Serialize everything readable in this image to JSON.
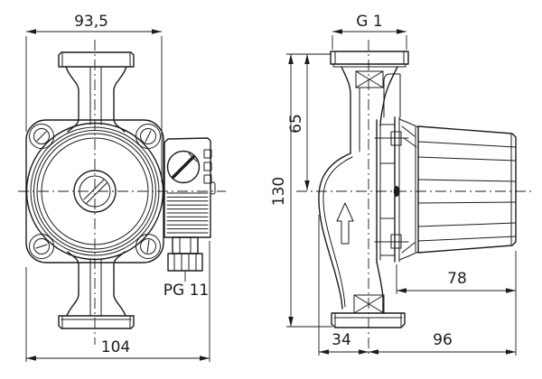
{
  "drawing": {
    "colors": {
      "line": "#1c1c1c",
      "background": "#ffffff"
    },
    "front_view": {
      "dim_flange_width": "93,5",
      "dim_overall_width": "104",
      "label_cable_gland": "PG 11"
    },
    "side_view": {
      "dim_port_thread": "G 1",
      "dim_height_to_center": "65",
      "dim_overall_height": "130",
      "dim_motor_length": "78",
      "dim_volute_offset": "34",
      "dim_depth_from_center": "96"
    }
  }
}
